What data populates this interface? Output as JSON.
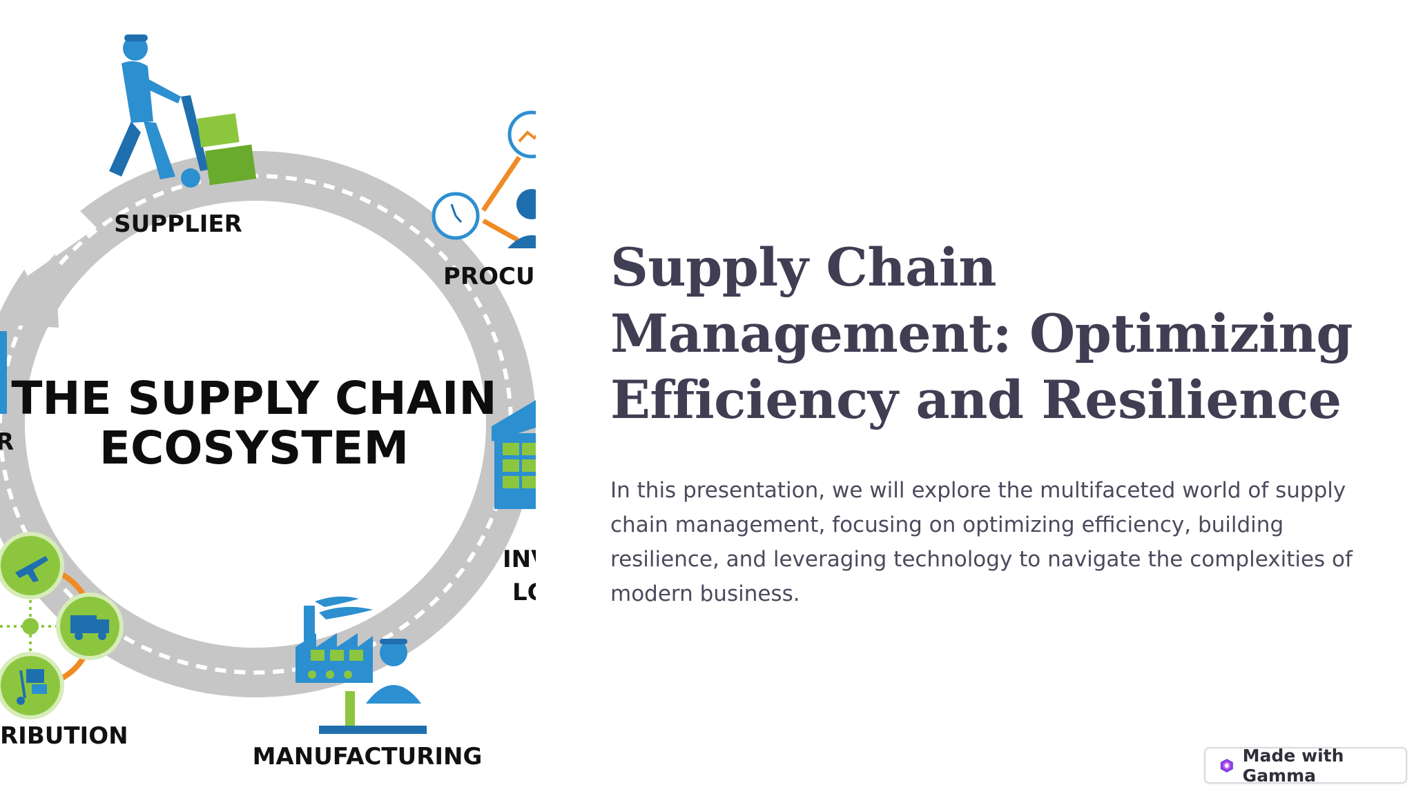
{
  "slide": {
    "title": "Supply Chain Management: Optimizing Efficiency and Resilience",
    "description": "In this presentation, we will explore the multifaceted world of supply chain management, focusing on optimizing efficiency, building resilience, and leveraging technology to navigate the complexities of modern business."
  },
  "illustration": {
    "center_line_1": "THE SUPPLY CHAIN",
    "center_line_2": "ECOSYSTEM",
    "labels": {
      "supplier": "SUPPLIER",
      "procurement_partial": "PROCUR",
      "inventory_partial_1": "INV",
      "inventory_partial_2": "LC",
      "manufacturing": "MANUFACTURING",
      "distribution_partial": "RIBUTION",
      "left_partial": "R"
    },
    "icons": [
      "worker-with-handtruck-icon",
      "clock-icon",
      "chart-icon",
      "person-icon",
      "warehouse-icon",
      "factory-icon",
      "airplane-icon",
      "truck-icon",
      "hand-cart-icon"
    ]
  },
  "badge": {
    "label": "Made with Gamma",
    "icon": "gamma-logo-icon"
  },
  "colors": {
    "title": "#3f3e52",
    "body": "#4a4a5c",
    "ring": "#c6c6c6",
    "icon_blue": "#2c8fd0",
    "icon_green": "#8cc63f",
    "icon_orange": "#f08a24"
  }
}
